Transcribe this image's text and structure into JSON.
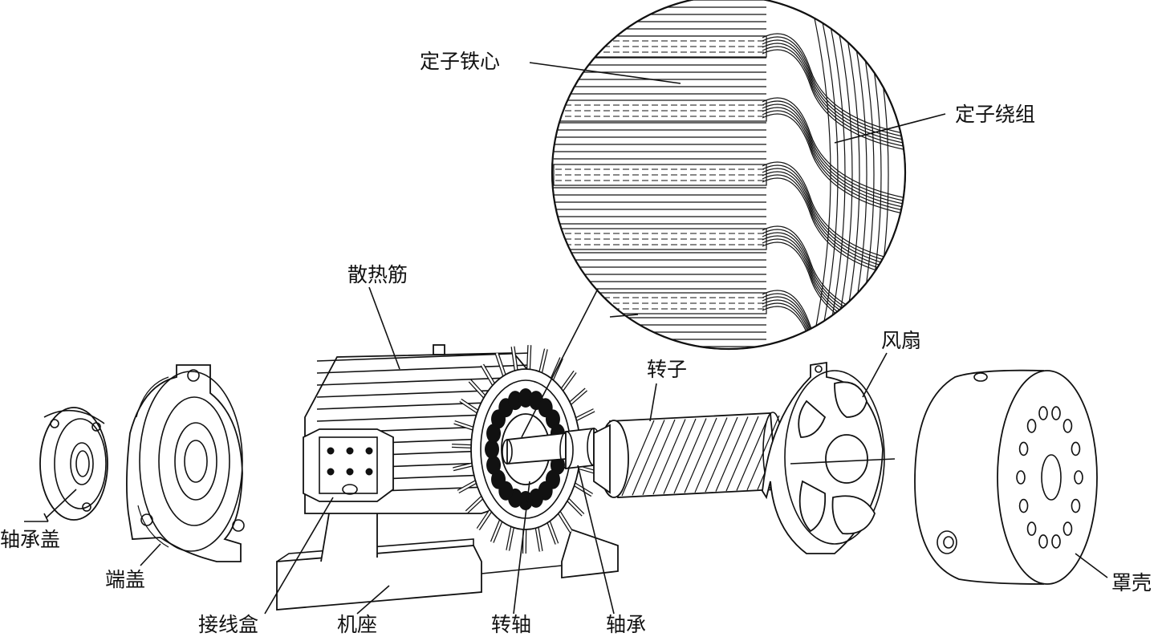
{
  "labels": {
    "stator_core": "定子铁心",
    "stator_winding": "定子绕组",
    "cooling_fins": "散热筋",
    "fan": "风扇",
    "rotor": "转子",
    "bearing_cap": "轴承盖",
    "end_cover": "端盖",
    "terminal_box": "接线盒",
    "frame_base": "机座",
    "shaft": "转轴",
    "bearing": "轴承",
    "fan_cover": "罩壳"
  },
  "colors": {
    "line": "#111111",
    "background": "#ffffff"
  }
}
